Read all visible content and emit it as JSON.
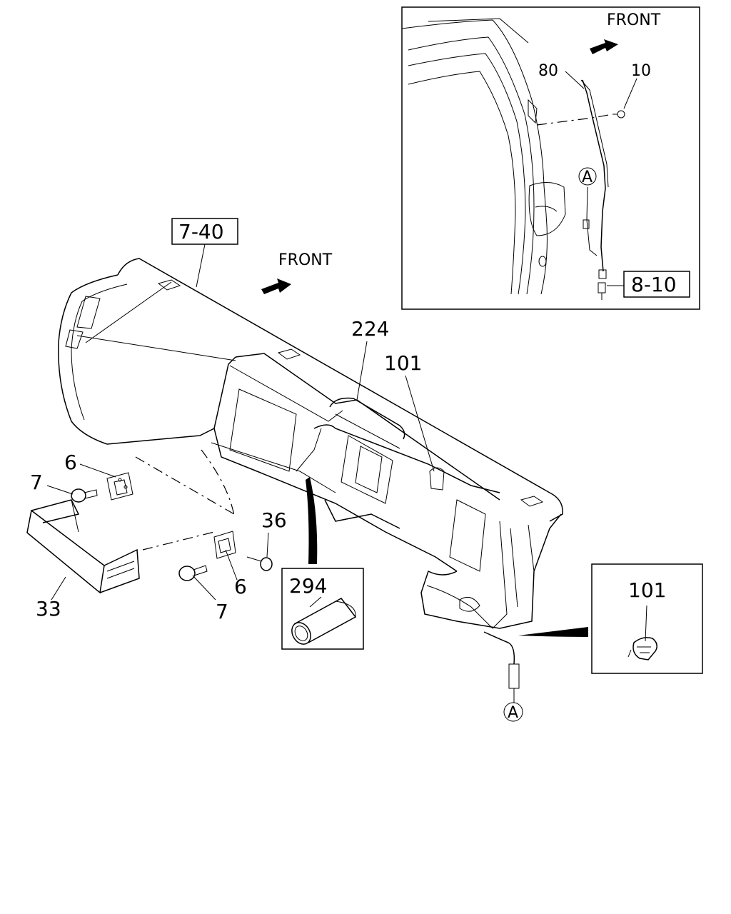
{
  "inset": {
    "front_label": "FRONT",
    "callouts": {
      "c80": "80",
      "c10": "10"
    },
    "ref_box": "8-10",
    "connector_marker": "A"
  },
  "main": {
    "ref_box": "7-40",
    "front_label": "FRONT",
    "callouts": {
      "c224": "224",
      "c101": "101",
      "c6_top": "6",
      "c7_top": "7",
      "c36": "36",
      "c33": "33",
      "c6_bottom": "6",
      "c7_bottom": "7"
    },
    "detail_294": "294",
    "detail_101": "101",
    "connector_marker": "A"
  }
}
